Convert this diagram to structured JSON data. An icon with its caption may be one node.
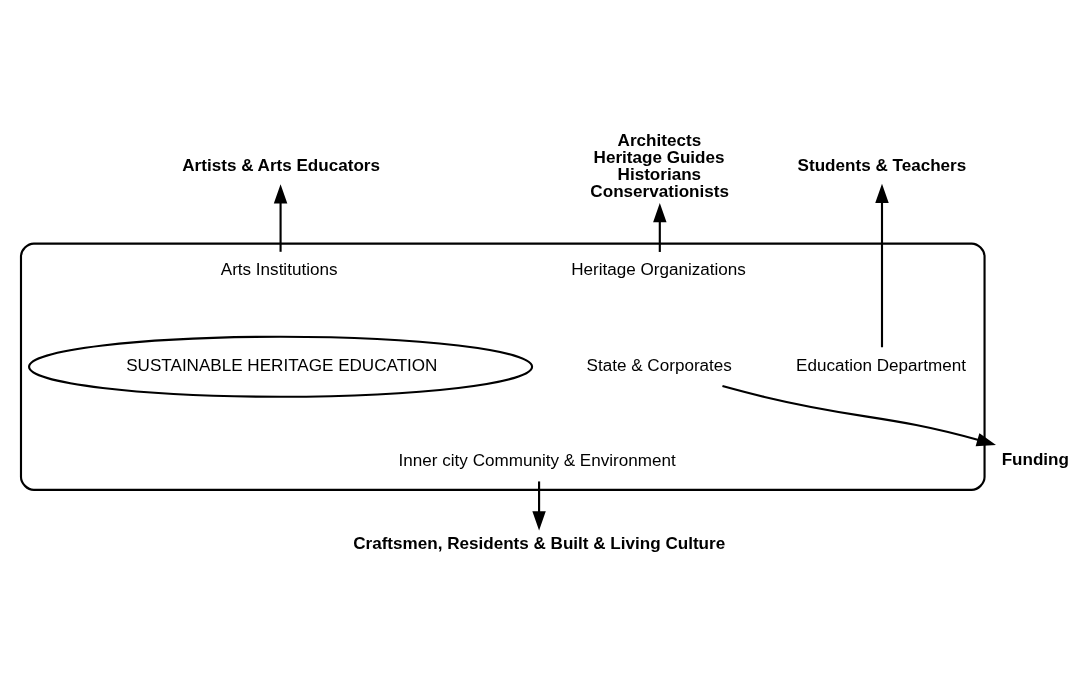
{
  "diagram": {
    "nodes": [
      {
        "text": [
          "Artists & Arts Educators"
        ]
      },
      {
        "text": [
          "Architects",
          "Heritage Guides",
          "Historians",
          "Conservationists"
        ]
      },
      {
        "text": [
          "Students & Teachers"
        ]
      },
      {
        "text": [],
        "shape": "ellipse"
      },
      {
        "text": [
          "Arts Institutions"
        ],
        "in": 3
      },
      {
        "text": [
          "Heritage Organizations"
        ],
        "in": 3
      },
      {
        "text": [
          "SUSTAINABLE HERITAGE EDUCATION"
        ],
        "in": 3
      },
      {
        "text": [
          "Education Department"
        ],
        "in": 3
      },
      {
        "text": [
          "State & Corporates"
        ],
        "in": 3
      },
      {
        "text": [
          "Inner city Community & Environment"
        ],
        "in": 3
      },
      {
        "text": [
          "Funding"
        ]
      },
      {
        "text": [
          "Craftsmen, Residents & Built & Living Culture"
        ]
      }
    ],
    "edges": [
      {
        "from": 4,
        "to": 0,
        "arrow": "to"
      },
      {
        "from": 5,
        "to": 1,
        "arrow": "to"
      },
      {
        "from": 7,
        "to": 2,
        "arrow": "to"
      },
      {
        "from": 8,
        "to": 10,
        "arrow": "to"
      },
      {
        "from": 9,
        "to": 11,
        "arrow": "to"
      }
    ]
  }
}
